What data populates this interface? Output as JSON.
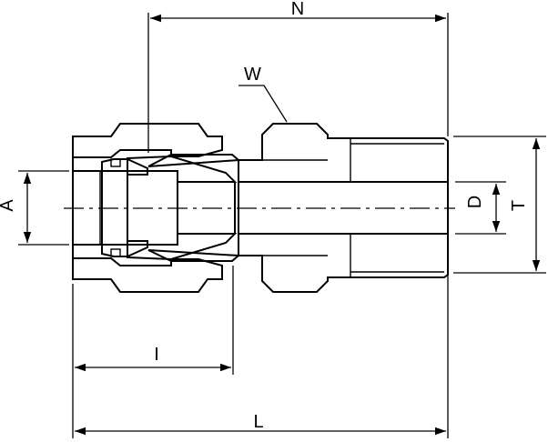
{
  "labels": {
    "n": "N",
    "w": "W",
    "a": "A",
    "d": "D",
    "t": "T",
    "i": "I",
    "l": "L"
  }
}
